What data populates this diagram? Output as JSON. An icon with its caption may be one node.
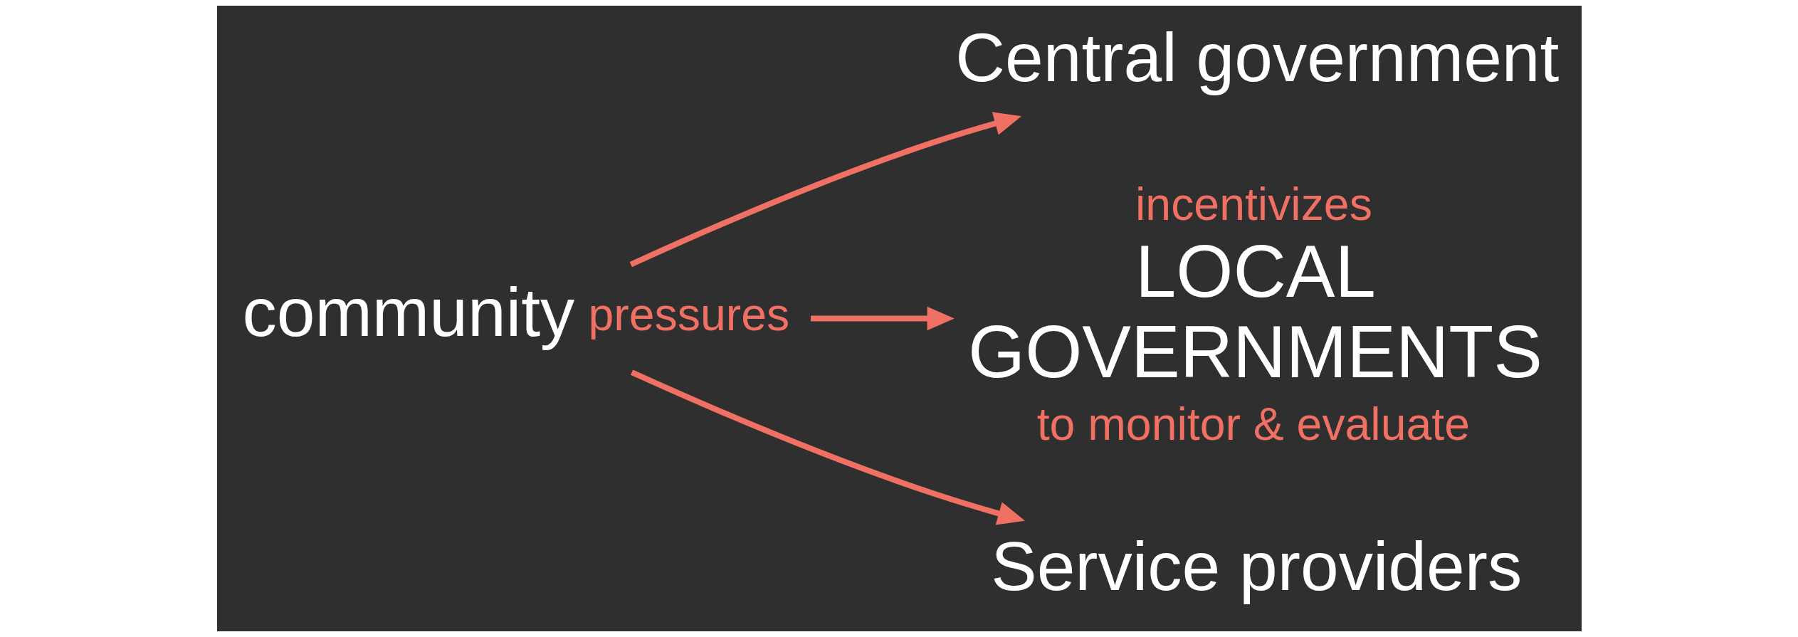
{
  "diagram": {
    "nodes": [
      {
        "text": [
          "community"
        ],
        "beside": [
          "pressures"
        ]
      },
      {
        "text": [
          "Central government"
        ]
      },
      {
        "text": [
          "incentivizes",
          "LOCAL GOVERNMENTS",
          "to monitor & evaluate"
        ]
      },
      {
        "text": [
          "Service providers"
        ]
      }
    ],
    "edges": [
      {
        "from": 0,
        "to": 1,
        "arrow": "to"
      },
      {
        "from": 0,
        "to": 2,
        "arrow": "to"
      },
      {
        "from": 0,
        "to": 3,
        "arrow": "to"
      }
    ]
  }
}
